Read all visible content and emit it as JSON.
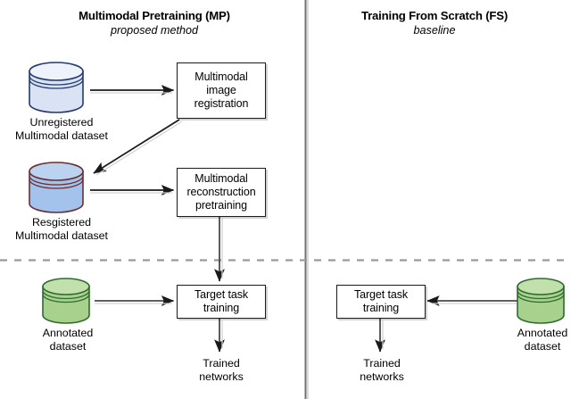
{
  "figure": {
    "divider_color": "#9a9a9a",
    "box_border_color": "#1a1a1a",
    "arrow_color": "#1a1a1a"
  },
  "panels": [
    {
      "id": "mp",
      "title": "Multimodal Pretraining (MP)",
      "subtitle": "proposed method"
    },
    {
      "id": "fs",
      "title": "Training From Scratch (FS)",
      "subtitle": "baseline"
    }
  ],
  "datasets": [
    {
      "id": "unregistered",
      "caption": "Unregistered\nMultimodal dataset",
      "fill": "#dae3f3",
      "top_fill": "#eef2fb",
      "stroke": "#253a6e"
    },
    {
      "id": "registered",
      "caption": "Resgistered\nMultimodal dataset",
      "fill": "#a3c2ec",
      "top_fill": "#bcd2f1",
      "stroke": "#6b2f2f"
    },
    {
      "id": "annotated-left",
      "caption": "Annotated\ndataset",
      "fill": "#a9d18e",
      "top_fill": "#c2e0ab",
      "stroke": "#2f6b2f"
    },
    {
      "id": "annotated-right",
      "caption": "Annotated\ndataset",
      "fill": "#a9d18e",
      "top_fill": "#c2e0ab",
      "stroke": "#2f6b2f"
    }
  ],
  "boxes": [
    {
      "id": "multimodal-image-registration",
      "label": "Multimodal\nimage\nregistration"
    },
    {
      "id": "multimodal-reconstruction-pretraining",
      "label": "Multimodal\nreconstruction\npretraining"
    },
    {
      "id": "target-task-training-mp",
      "label": "Target task\ntraining"
    },
    {
      "id": "target-task-training-fs",
      "label": "Target task\ntraining"
    }
  ],
  "outputs": [
    {
      "id": "trained-networks-mp",
      "label": "Trained\nnetworks"
    },
    {
      "id": "trained-networks-fs",
      "label": "Trained\nnetworks"
    }
  ]
}
